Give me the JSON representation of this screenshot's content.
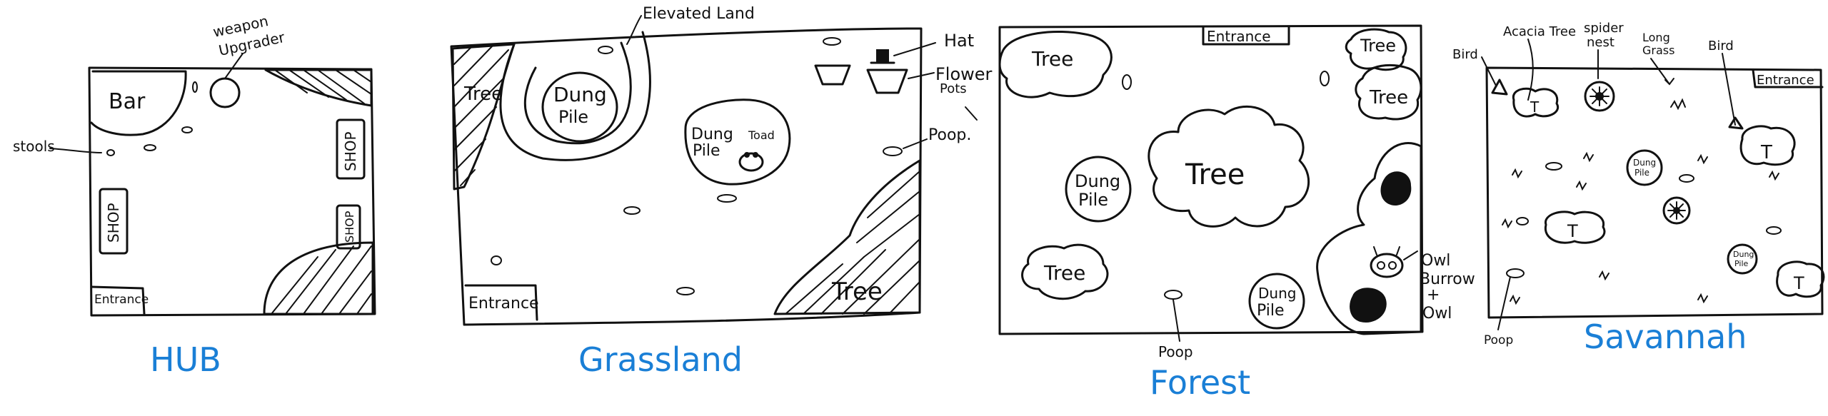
{
  "maps": [
    {
      "title": "HUB",
      "labels": {
        "bar": "Bar",
        "weapon_upgrader": "weapon Upgrader",
        "stools": "stools",
        "shop_left": "SHOP",
        "shop_right_top": "SHOP",
        "shop_right_bottom": "SHOP",
        "entrance": "Entrance"
      }
    },
    {
      "title": "Grassland",
      "labels": {
        "elevated_land": "Elevated Land",
        "tree_left": "Tree",
        "dung_pile_1": "Dung Pile",
        "dung_pile_2": "Dung Pile",
        "toad": "Toad",
        "hat": "Hat",
        "flower_pots": "Flower Pots",
        "poop": "Poop.",
        "tree_right": "Tree",
        "entrance": "Entrance"
      }
    },
    {
      "title": "Forest",
      "labels": {
        "entrance": "Entrance",
        "tree_top_left": "Tree",
        "tree_center": "Tree",
        "tree_top_right": "Tree",
        "tree_right": "Tree",
        "dung_pile_left": "Dung Pile",
        "tree_bottom_left": "Tree",
        "dung_pile_bottom": "Dung Pile",
        "owl_burrow": "Owl Burrow + Owl",
        "poop": "Poop"
      }
    },
    {
      "title": "Savannah",
      "labels": {
        "bird_left": "Bird",
        "acacia_tree": "Acacia Tree",
        "spider_nest": "spider nest",
        "long_grass": "Long Grass",
        "bird_right": "Bird",
        "entrance": "Entrance",
        "dung_pile_1": "Dung Pile",
        "dung_pile_2": "Dung Pile",
        "poop": "Poop"
      }
    }
  ]
}
